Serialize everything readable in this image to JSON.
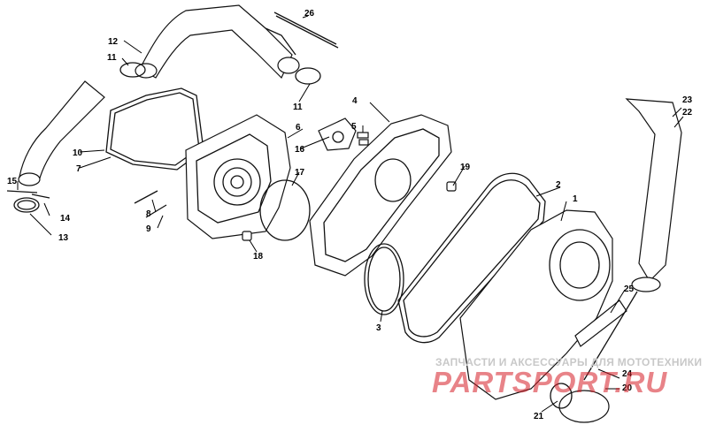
{
  "labels": [
    "1",
    "2",
    "3",
    "4",
    "5",
    "6",
    "7",
    "8",
    "9",
    "10",
    "11",
    "11",
    "12",
    "13",
    "14",
    "15",
    "16",
    "17",
    "18",
    "19",
    "20",
    "21",
    "22",
    "23",
    "24",
    "25",
    "26"
  ],
  "watermark": {
    "top_line": "ЗАПЧАСТИ И АКСЕССУАРЫ ДЛЯ МОТОТЕХНИКИ",
    "brand": "PARTSPORT.RU"
  },
  "colors": {
    "line": "#111111",
    "watermark_red": "#d61e26",
    "watermark_gray": "#c8c8c8"
  }
}
